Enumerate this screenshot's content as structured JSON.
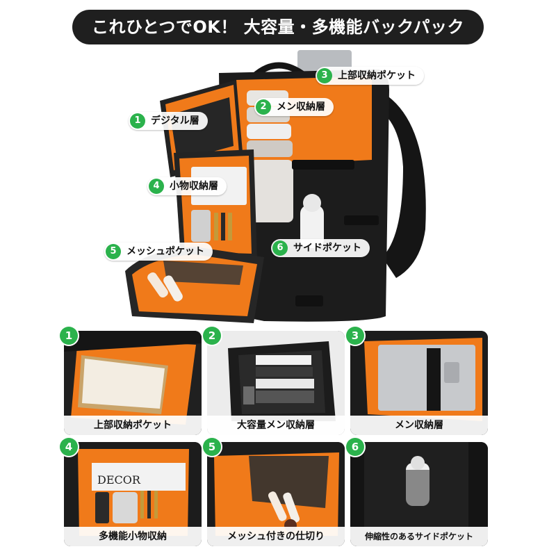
{
  "title": "これひとつでOK！ 大容量・多機能バックパック",
  "colors": {
    "accent_green": "#2bb24c",
    "orange_lining": "#f07a1a",
    "bag_black": "#1a1a1a",
    "title_bg": "#1f1f1f"
  },
  "callouts": [
    {
      "num": "1",
      "label": "デジタル層"
    },
    {
      "num": "2",
      "label": "メン収納層"
    },
    {
      "num": "3",
      "label": "上部収納ポケット"
    },
    {
      "num": "4",
      "label": "小物収納層"
    },
    {
      "num": "5",
      "label": "メッシュポケット"
    },
    {
      "num": "6",
      "label": "サイドポケット"
    }
  ],
  "details": [
    {
      "num": "1",
      "caption": "上部収納ポケット"
    },
    {
      "num": "2",
      "caption": "大容量メン収納層"
    },
    {
      "num": "3",
      "caption": "メン収納層"
    },
    {
      "num": "4",
      "caption": "多機能小物収納",
      "print": "DECOR"
    },
    {
      "num": "5",
      "caption": "メッシュ付きの仕切り"
    },
    {
      "num": "6",
      "caption": "伸縮性のあるサイドポケット"
    }
  ]
}
